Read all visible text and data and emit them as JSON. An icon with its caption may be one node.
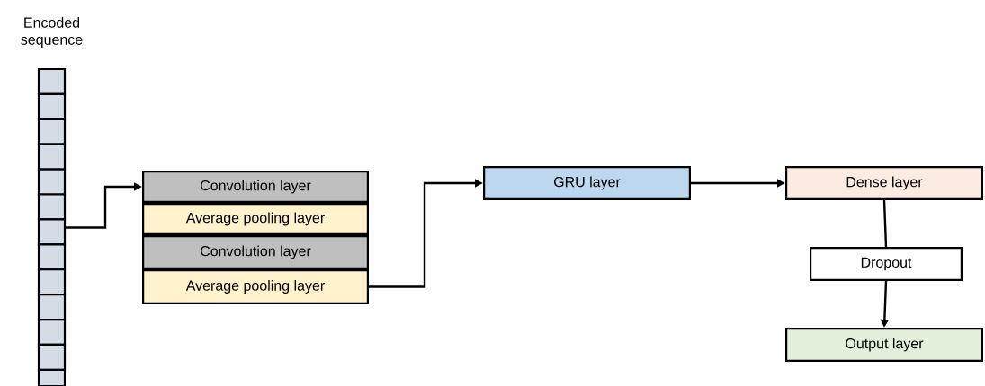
{
  "diagram": {
    "nodes": [
      {
        "text": [
          "Encoded sequence"
        ]
      },
      {
        "text": [
          "Convolution layer"
        ]
      },
      {
        "text": [
          "Average pooling layer"
        ]
      },
      {
        "text": [
          "Convolution layer"
        ]
      },
      {
        "text": [
          "Average pooling layer"
        ]
      },
      {
        "text": [
          "GRU layer"
        ]
      },
      {
        "text": [
          "Dense layer"
        ]
      },
      {
        "text": [
          "Dropout"
        ]
      },
      {
        "text": [
          "Output layer"
        ]
      }
    ],
    "edges": [
      {
        "from": 0,
        "to": 1,
        "arrow": "to"
      },
      {
        "from": 4,
        "to": 5,
        "arrow": "to"
      },
      {
        "from": 5,
        "to": 6,
        "arrow": "to"
      },
      {
        "from": 6,
        "to": 7,
        "arrow": "none"
      },
      {
        "from": 7,
        "to": 8,
        "arrow": "to"
      }
    ]
  }
}
